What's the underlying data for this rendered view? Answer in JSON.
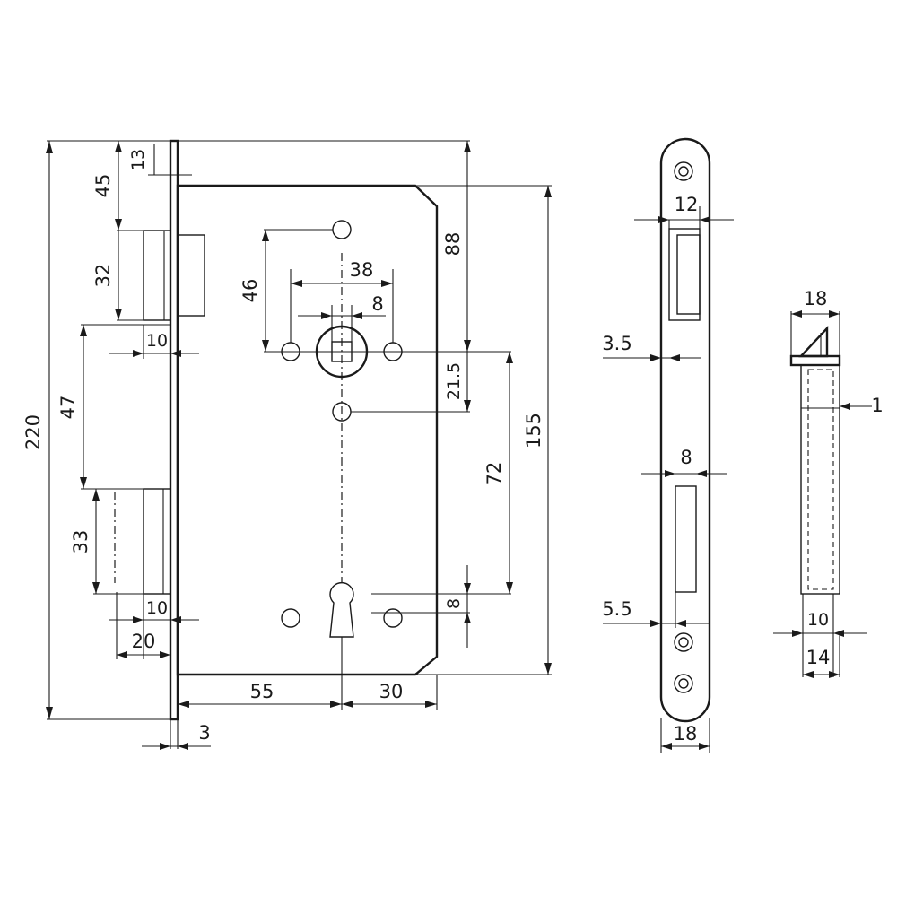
{
  "colors": {
    "ink": "#1a1a1a",
    "paper": "#ffffff"
  },
  "dimensions": {
    "d220": "220",
    "d13": "13",
    "d45": "45",
    "d32": "32",
    "d10a": "10",
    "d47": "47",
    "d33": "33",
    "d10b": "10",
    "d20": "20",
    "d3": "3",
    "d55": "55",
    "d30": "30",
    "d46": "46",
    "d38": "38",
    "d8a": "8",
    "d88": "88",
    "d21_5": "21.5",
    "d72": "72",
    "d155": "155",
    "d8b": "8",
    "d12": "12",
    "d3_5": "3.5",
    "d8c": "8",
    "d5_5": "5.5",
    "d18a": "18",
    "d18b": "18",
    "d1": "1",
    "d10c": "10",
    "d14": "14"
  }
}
